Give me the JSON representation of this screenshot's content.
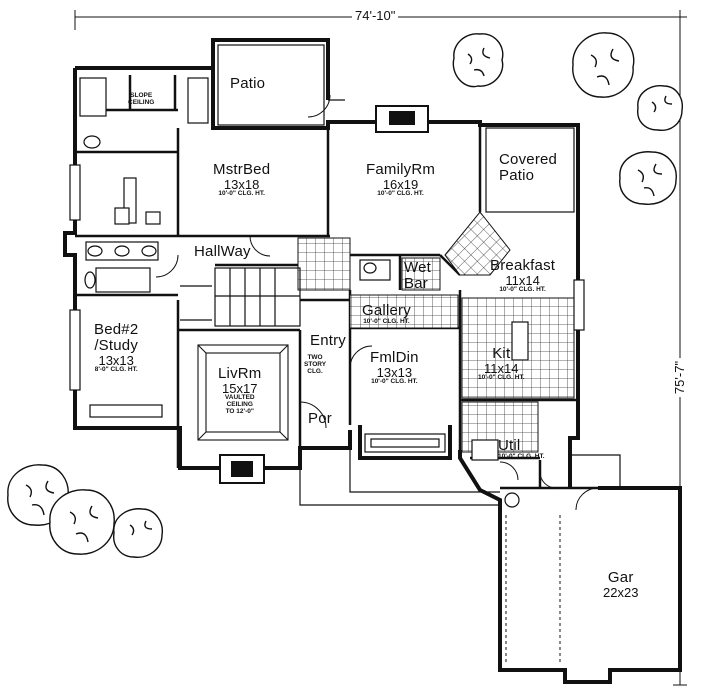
{
  "plan": {
    "overall_width": "74'-10\"",
    "overall_depth": "75'-7\"",
    "rooms": {
      "patio": {
        "name": "Patio"
      },
      "mstr_bed": {
        "name": "MstrBed",
        "size": "13x18",
        "note": "10'-0\" CLG. HT."
      },
      "family_rm": {
        "name": "FamilyRm",
        "size": "16x19",
        "note": "10'-0\" CLG. HT."
      },
      "covered_patio": {
        "name": "Covered",
        "name2": "Patio"
      },
      "hallway": {
        "name": "HallWay"
      },
      "wet_bar": {
        "name": "Wet",
        "name2": "Bar"
      },
      "breakfast": {
        "name": "Breakfast",
        "size": "11x14",
        "note": "10'-0\" CLG. HT."
      },
      "gallery": {
        "name": "Gallery",
        "note": "10'-0\" CLG. HT."
      },
      "bed2": {
        "name": "Bed#2",
        "name2": "/Study",
        "size": "13x13",
        "note": "8'-0\" CLG. HT."
      },
      "entry": {
        "name": "Entry"
      },
      "fml_din": {
        "name": "FmlDin",
        "size": "13x13",
        "note": "10'-0\" CLG. HT."
      },
      "kit": {
        "name": "Kit",
        "size": "11x14",
        "note": "10'-0\" CLG. HT."
      },
      "liv_rm": {
        "name": "LivRm",
        "size": "15x17",
        "note1": "VAULTED",
        "note2": "CEILING",
        "note3": "TO 12'-0\""
      },
      "por": {
        "name": "Por"
      },
      "util": {
        "name": "Util",
        "note": "10'-0\" CLG. HT."
      },
      "gar": {
        "name": "Gar",
        "size": "22x23"
      }
    },
    "notes": {
      "slope_ceiling_1": "SLOPE",
      "slope_ceiling_2": "CEILING",
      "two_story_1": "TWO",
      "two_story_2": "STORY",
      "two_story_3": "CLG."
    }
  }
}
